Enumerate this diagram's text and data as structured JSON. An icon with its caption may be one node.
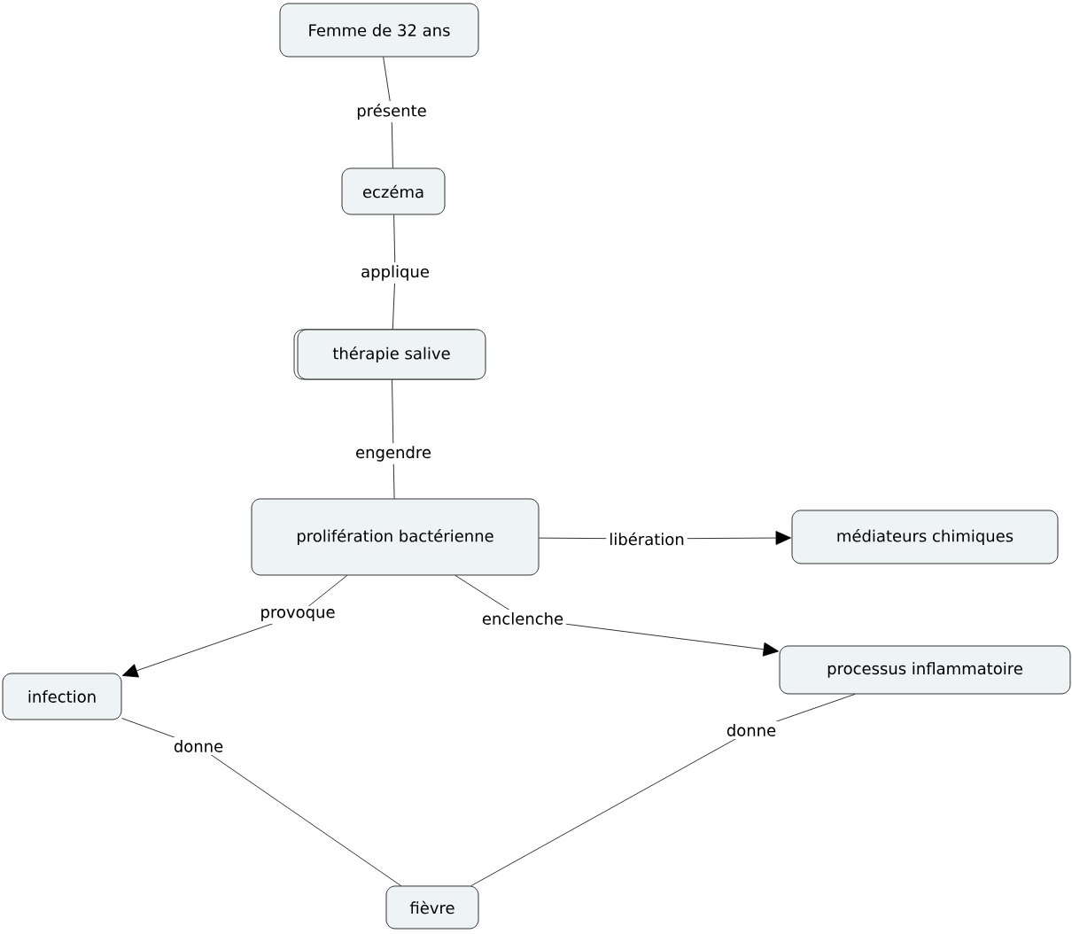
{
  "diagram": {
    "nodes": [
      {
        "text": [
          "Femme de 32 ans"
        ]
      },
      {
        "text": [
          "eczéma"
        ]
      },
      {
        "text": [
          "thérapie salive"
        ]
      },
      {
        "text": [
          "prolifération bactérienne"
        ]
      },
      {
        "text": [
          "médiateurs chimiques"
        ]
      },
      {
        "text": [
          "infection"
        ]
      },
      {
        "text": [
          "processus inflammatoire"
        ]
      },
      {
        "text": [
          "fièvre"
        ]
      }
    ],
    "edges": [
      {
        "from": 0,
        "to": 1,
        "arrow": "none",
        "label": "présente"
      },
      {
        "from": 1,
        "to": 2,
        "arrow": "none",
        "label": "applique"
      },
      {
        "from": 2,
        "to": 3,
        "arrow": "none",
        "label": "engendre"
      },
      {
        "from": 3,
        "to": 4,
        "arrow": "to",
        "label": "libération"
      },
      {
        "from": 3,
        "to": 5,
        "arrow": "to",
        "label": "provoque"
      },
      {
        "from": 3,
        "to": 6,
        "arrow": "to",
        "label": "enclenche"
      },
      {
        "from": 5,
        "to": 7,
        "arrow": "none",
        "label": "donne"
      },
      {
        "from": 6,
        "to": 7,
        "arrow": "none",
        "label": "donne"
      }
    ]
  }
}
